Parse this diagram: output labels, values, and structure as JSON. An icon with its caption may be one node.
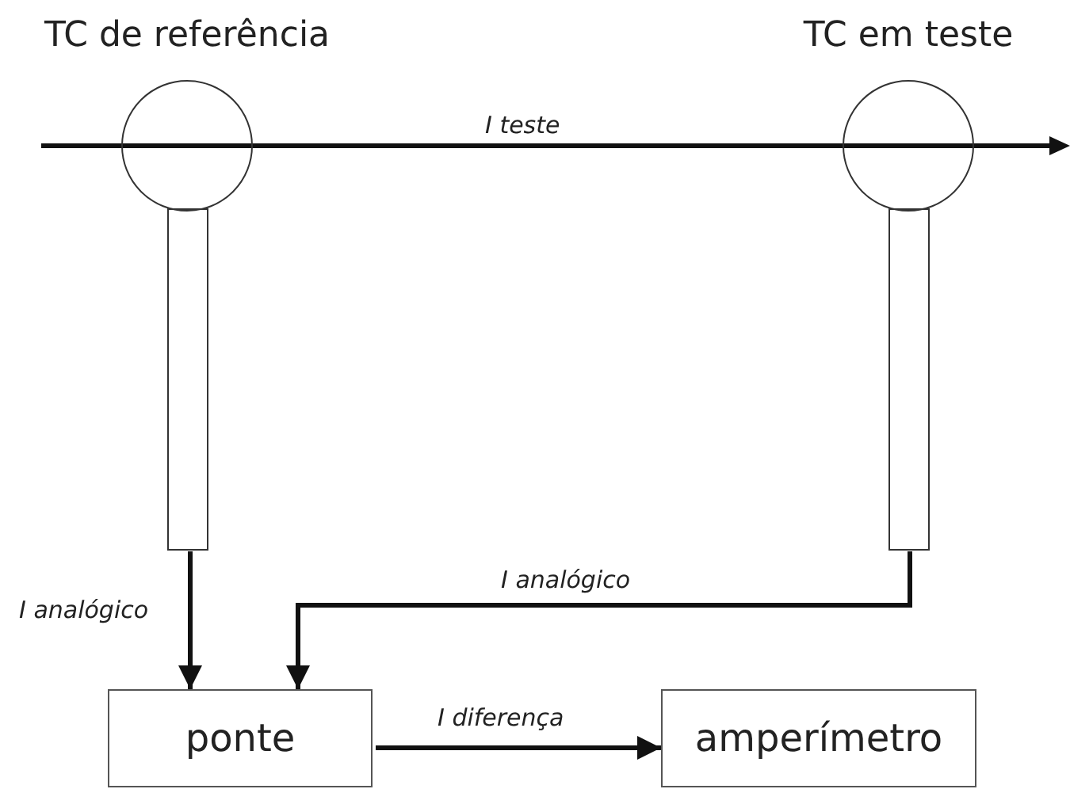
{
  "diagram": {
    "nodes": [
      {
        "text": [
          "TC de referência"
        ]
      },
      {
        "text": [
          "TC em teste"
        ]
      },
      {
        "text": [
          "ponte"
        ]
      },
      {
        "text": [
          "amperímetro"
        ]
      }
    ],
    "edges": [
      {
        "from": 0,
        "to": 2,
        "arrow": "to",
        "label": "I analógico"
      },
      {
        "from": 1,
        "to": 2,
        "arrow": "to",
        "label": "I analógico"
      },
      {
        "from": 2,
        "to": 3,
        "arrow": "to",
        "label": "I diferença"
      }
    ],
    "labels": [
      "I teste"
    ]
  }
}
